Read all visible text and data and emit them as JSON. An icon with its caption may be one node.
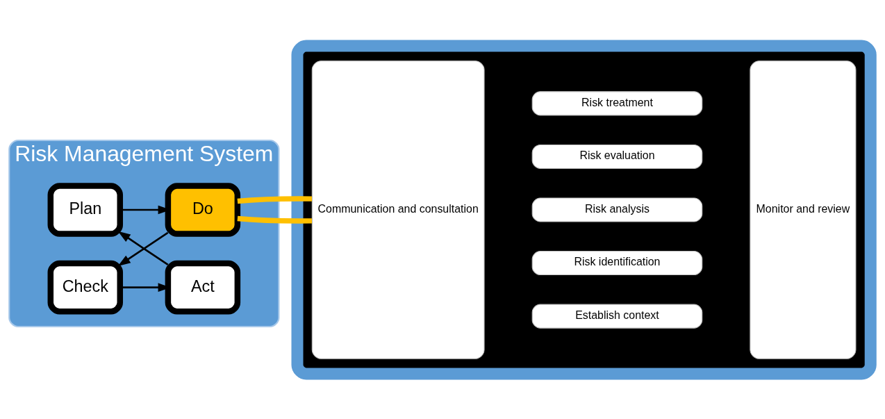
{
  "diagram": {
    "nodes": [
      {
        "text": [
          "Risk Management System"
        ]
      },
      {
        "text": [
          "Plan"
        ],
        "in": 0
      },
      {
        "text": [
          "Do"
        ],
        "in": 0
      },
      {
        "text": [
          "Check"
        ],
        "in": 0
      },
      {
        "text": [
          "Act"
        ],
        "in": 0
      },
      {
        "text": [],
        "shape": "box"
      },
      {
        "text": [
          "Communication and consultation"
        ],
        "in": 5
      },
      {
        "text": [
          "Establish context"
        ],
        "in": 5
      },
      {
        "text": [
          "Risk identification"
        ],
        "in": 5
      },
      {
        "text": [
          "Risk analysis"
        ],
        "in": 5
      },
      {
        "text": [
          "Risk evaluation"
        ],
        "in": 5
      },
      {
        "text": [
          "Risk treatment"
        ],
        "in": 5
      },
      {
        "text": [
          "Monitor and review"
        ],
        "in": 5
      }
    ],
    "edges": [
      {
        "from": 1,
        "to": 2,
        "arrow": "to"
      },
      {
        "from": 2,
        "to": 3,
        "arrow": "to"
      },
      {
        "from": 3,
        "to": 4,
        "arrow": "to"
      },
      {
        "from": 4,
        "to": 1,
        "arrow": "to"
      },
      {
        "from": 2,
        "to": 6,
        "arrow": "none",
        "style": "thick",
        "color": "#ffc000"
      },
      {
        "from": 2,
        "to": 6,
        "arrow": "none",
        "style": "thick",
        "color": "#ffc000"
      }
    ]
  }
}
